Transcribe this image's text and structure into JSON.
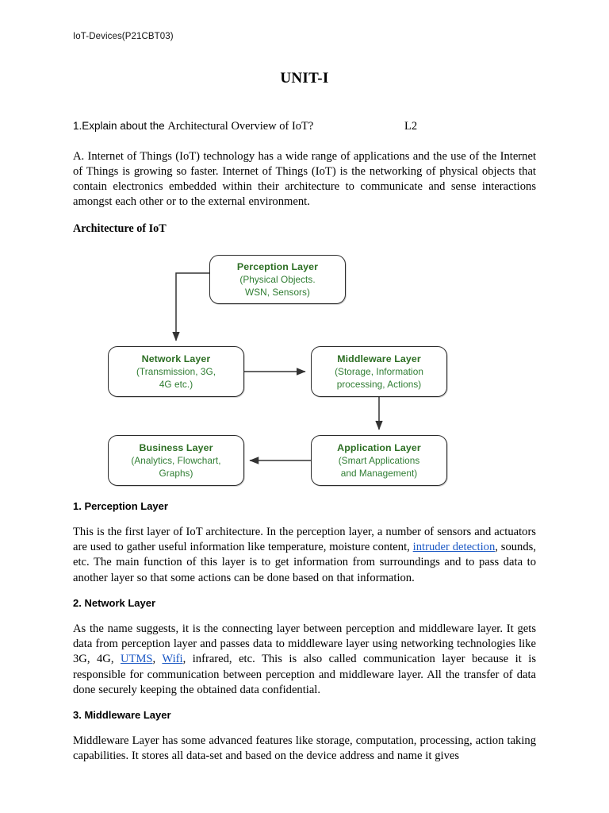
{
  "document": {
    "header": "IoT-Devices(P21CBT03)",
    "unit_title": "UNIT-I"
  },
  "question": {
    "number": "1.Explain about the ",
    "text": "Architectural Overview of IoT?",
    "mark": "L2"
  },
  "answer": {
    "paragraph": "A. Internet of Things (IoT) technology has a wide range of applications and the use of the Internet of Things is growing so faster. Internet of Things (IoT) is the networking of physical objects that contain electronics embedded within their architecture to communicate and sense interactions amongst each other or to the external environment."
  },
  "architecture_heading": "Architecture of IoT",
  "diagram": {
    "nodes": [
      {
        "id": "perception",
        "title": "Perception Layer",
        "subtitle_line1": "(Physical Objects.",
        "subtitle_line2": "WSN, Sensors)"
      },
      {
        "id": "network",
        "title": "Network Layer",
        "subtitle_line1": "(Transmission, 3G,",
        "subtitle_line2": "4G etc.)"
      },
      {
        "id": "middleware",
        "title": "Middleware Layer",
        "subtitle_line1": "(Storage, Information",
        "subtitle_line2": "processing, Actions)"
      },
      {
        "id": "business",
        "title": "Business Layer",
        "subtitle_line1": "(Analytics, Flowchart,",
        "subtitle_line2": "Graphs)"
      },
      {
        "id": "application",
        "title": "Application Layer",
        "subtitle_line1": "(Smart Applications",
        "subtitle_line2": "and Management)"
      }
    ],
    "edges": [
      {
        "from": "perception",
        "to": "network"
      },
      {
        "from": "network",
        "to": "middleware"
      },
      {
        "from": "middleware",
        "to": "application"
      },
      {
        "from": "application",
        "to": "business"
      }
    ],
    "colors": {
      "node_text": "#2f7d32",
      "node_border": "#2b2b2b",
      "arrow": "#333333"
    }
  },
  "sections": [
    {
      "heading": "1. Perception Layer",
      "body_before_link": "This is the first layer of IoT architecture. In the perception layer, a number of sensors and actuators are used to gather useful information like temperature, moisture content, ",
      "link": "intruder detection",
      "body_after_link": ", sounds, etc. The main function of this layer is to get information from surroundings and to pass data to another layer so that some actions can be done based on that information."
    },
    {
      "heading": "2. Network Layer",
      "body_part1": "As the name suggests, it is the connecting layer between perception and middleware layer. It gets data from perception layer and passes data to middleware layer using networking technologies like 3G, 4G, ",
      "link1": "UTMS",
      "body_part2": ", ",
      "link2": "Wifi",
      "body_part3": ", infrared, etc. This is also called communication layer because it is responsible for communication between perception and middleware layer. All the transfer of data done securely keeping the obtained data confidential."
    },
    {
      "heading": "3. Middleware Layer",
      "body": "Middleware Layer has some advanced features like storage, computation, processing, action taking capabilities. It stores all data-set and based on the device address and name it gives"
    }
  ],
  "link_color": "#1a57c4"
}
